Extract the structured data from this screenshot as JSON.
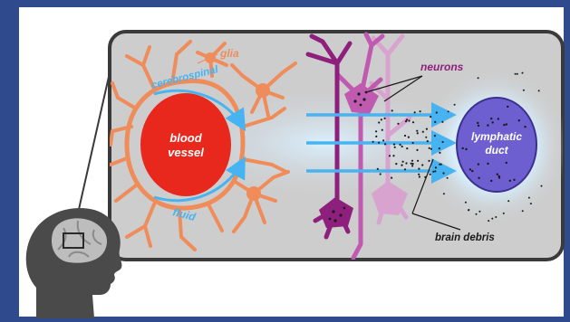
{
  "colors": {
    "frame_blue": "#2f4b8e",
    "panel_fill": "#cdcdcd",
    "panel_border": "#3a3a3a",
    "vessel_red": "#e8281c",
    "glia_orange": "#f08c5a",
    "flow_blue": "#47b3f0",
    "neuron_dark": "#8e1f7c",
    "neuron_mid": "#c05ab0",
    "neuron_light": "#d9a3cf",
    "duct_purple": "#6d5fcf",
    "head_gray": "#4a4a4a"
  },
  "labels": {
    "glia": "glia",
    "neurons": "neurons",
    "csf_line1": "cerebrospinal",
    "csf_line2": "fluid",
    "blood_vessel_line1": "blood",
    "blood_vessel_line2": "vessel",
    "lymphatic_line1": "lymphatic",
    "lymphatic_line2": "duct",
    "brain_debris": "brain debris"
  },
  "icons": {
    "head": "head-silhouette-icon",
    "brain": "brain-icon"
  }
}
